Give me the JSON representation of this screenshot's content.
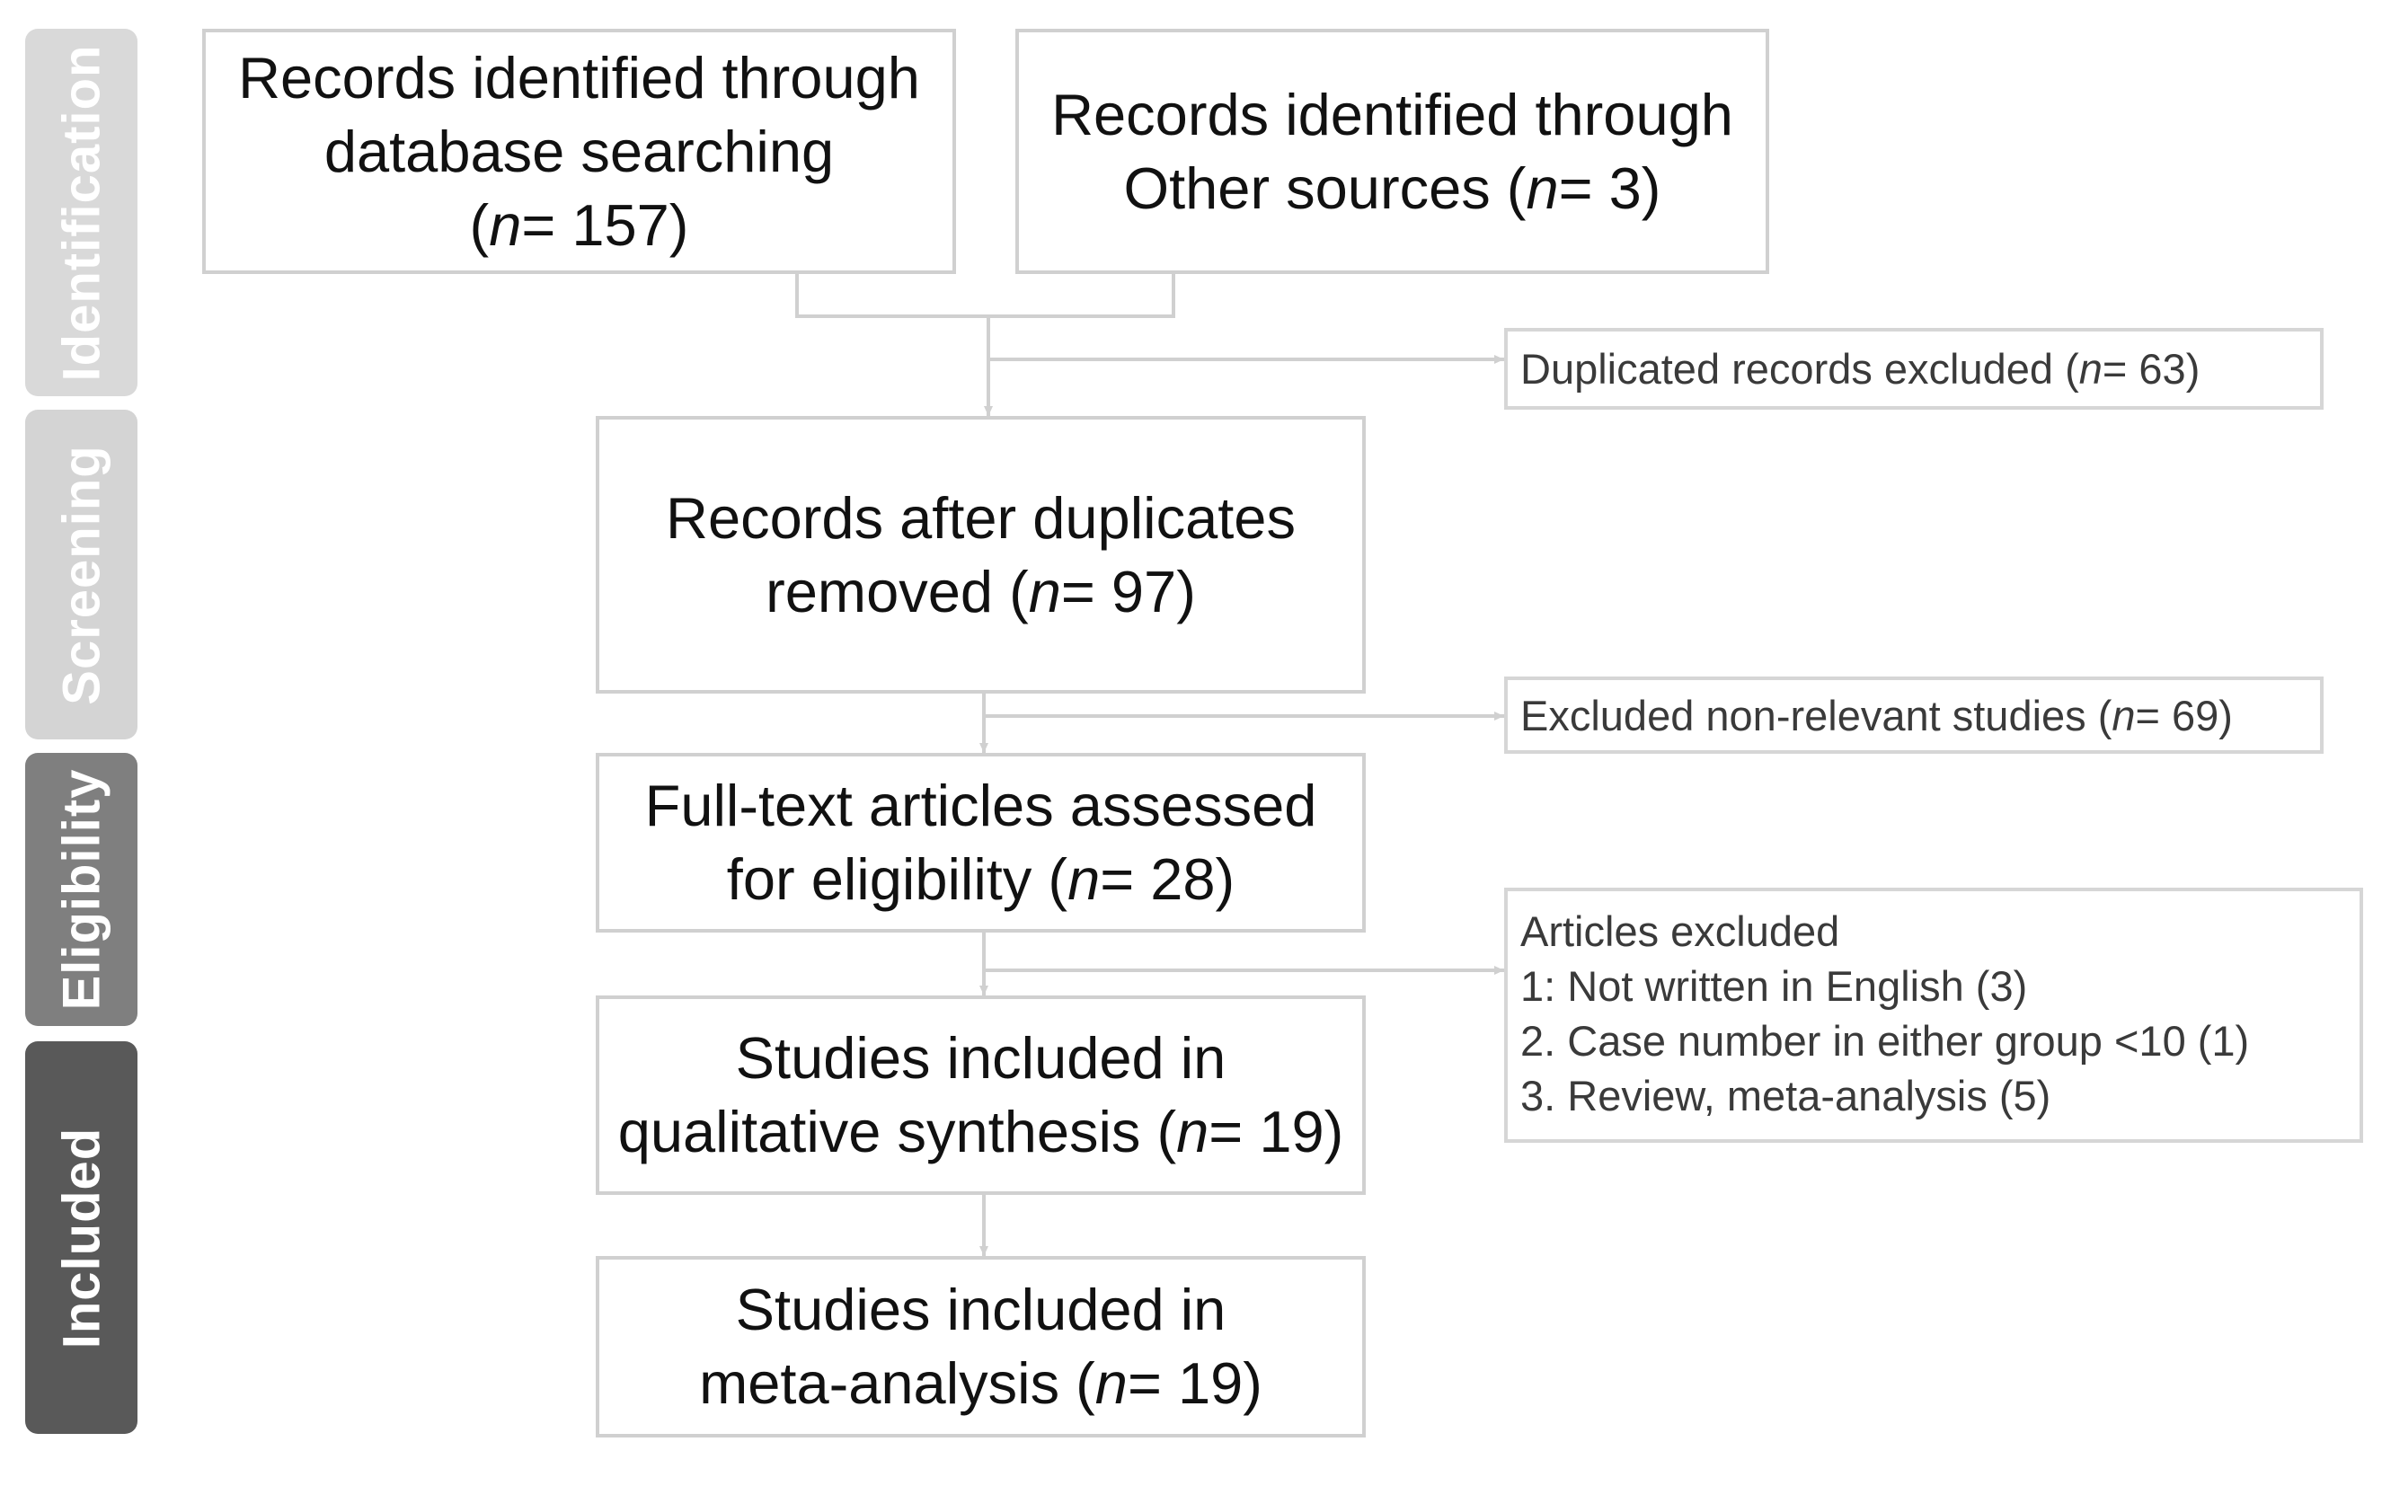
{
  "stages": [
    {
      "label": "Identification",
      "color": "#d9d9d9"
    },
    {
      "label": "Screening",
      "color": "#d4d4d4"
    },
    {
      "label": "Eligibility",
      "color": "#7f7f7f"
    },
    {
      "label": "Included",
      "color": "#595959"
    }
  ],
  "boxes": {
    "db": {
      "line1": "Records identified through",
      "line2": "database searching",
      "pre": "(",
      "n": "n",
      "post": "= 157)"
    },
    "other": {
      "line1": "Records identified through",
      "pre": "Other sources (",
      "n": "n",
      "post": "= 3)"
    },
    "after_dup": {
      "line1": "Records after duplicates",
      "pre": "removed (",
      "n": "n",
      "post": "= 97)"
    },
    "fulltext": {
      "line1": "Full-text articles assessed",
      "pre": "for eligibility (",
      "n": "n",
      "post": "= 28)"
    },
    "qualitative": {
      "line1": "Studies included in",
      "pre": "qualitative synthesis (",
      "n": "n",
      "post": "= 19)"
    },
    "meta": {
      "line1": "Studies included in",
      "pre": "meta-analysis (",
      "n": "n",
      "post": "= 19)"
    }
  },
  "exclusions": {
    "duplicates": {
      "pre": "Duplicated records excluded (",
      "n": "n",
      "post": "= 63)"
    },
    "nonrelevant": {
      "pre": "Excluded non-relevant studies (",
      "n": "n",
      "post": "= 69)"
    },
    "articles": {
      "title": "Articles excluded",
      "items": [
        "1: Not written in English (3)",
        "2. Case number in either group <10 (1)",
        "3. Review, meta-analysis (5)"
      ]
    }
  },
  "colors": {
    "connector": "#d0d0d0",
    "box_border": "#d0d0d0",
    "text": "#111111"
  }
}
